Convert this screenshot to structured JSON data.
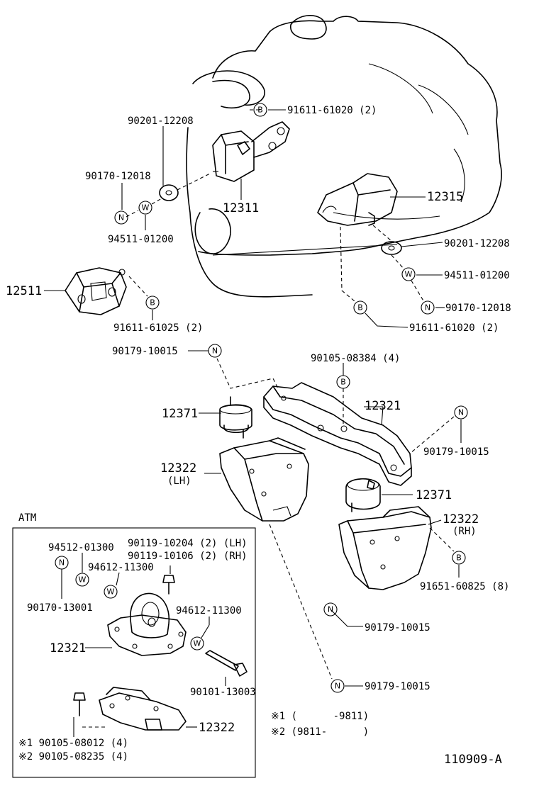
{
  "diagram_id": "110909-A",
  "inset_title": "ATM",
  "callout_letters": {
    "bolt": "B",
    "nut": "N",
    "washer": "W"
  },
  "labels": {
    "p91611_61020_top": "91611-61020 (2)",
    "p90201_12208_left": "90201-12208",
    "p90170_12018_left": "90170-12018",
    "p12311": "12311",
    "p94511_01200_left": "94511-01200",
    "p12315": "12315",
    "p90201_12208_right": "90201-12208",
    "p94511_01200_right": "94511-01200",
    "p90170_12018_right": "90170-12018",
    "p12511": "12511",
    "p91611_61025": "91611-61025 (2)",
    "p91611_61020_mid": "91611-61020 (2)",
    "p90179_10015_a": "90179-10015",
    "p90105_08384": "90105-08384 (4)",
    "p12371_left": "12371",
    "p12321_main": "12321",
    "p90179_10015_b": "90179-10015",
    "p12322_lh": "12322",
    "p12322_lh_tag": "(LH)",
    "p12371_right": "12371",
    "p12322_rh": "12322",
    "p12322_rh_tag": "(RH)",
    "p91651_60825": "91651-60825 (8)",
    "p90179_10015_c": "90179-10015",
    "p90179_10015_d": "90179-10015",
    "p94512_01300": "94512-01300",
    "p90119_10204": "90119-10204 (2) (LH)",
    "p90119_10106": "90119-10106 (2) (RH)",
    "p94612_11300_a": "94612-11300",
    "p90170_13001": "90170-13001",
    "p94612_11300_b": "94612-11300",
    "p12321_atm": "12321",
    "p90101_13003": "90101-13003",
    "p12322_atm": "12322",
    "p90105_08012": "※1 90105-08012 (4)",
    "p90105_08235": "※2 90105-08235 (4)"
  },
  "notes": {
    "note1": "※1 (      -9811)",
    "note2": "※2 (9811-      )"
  }
}
